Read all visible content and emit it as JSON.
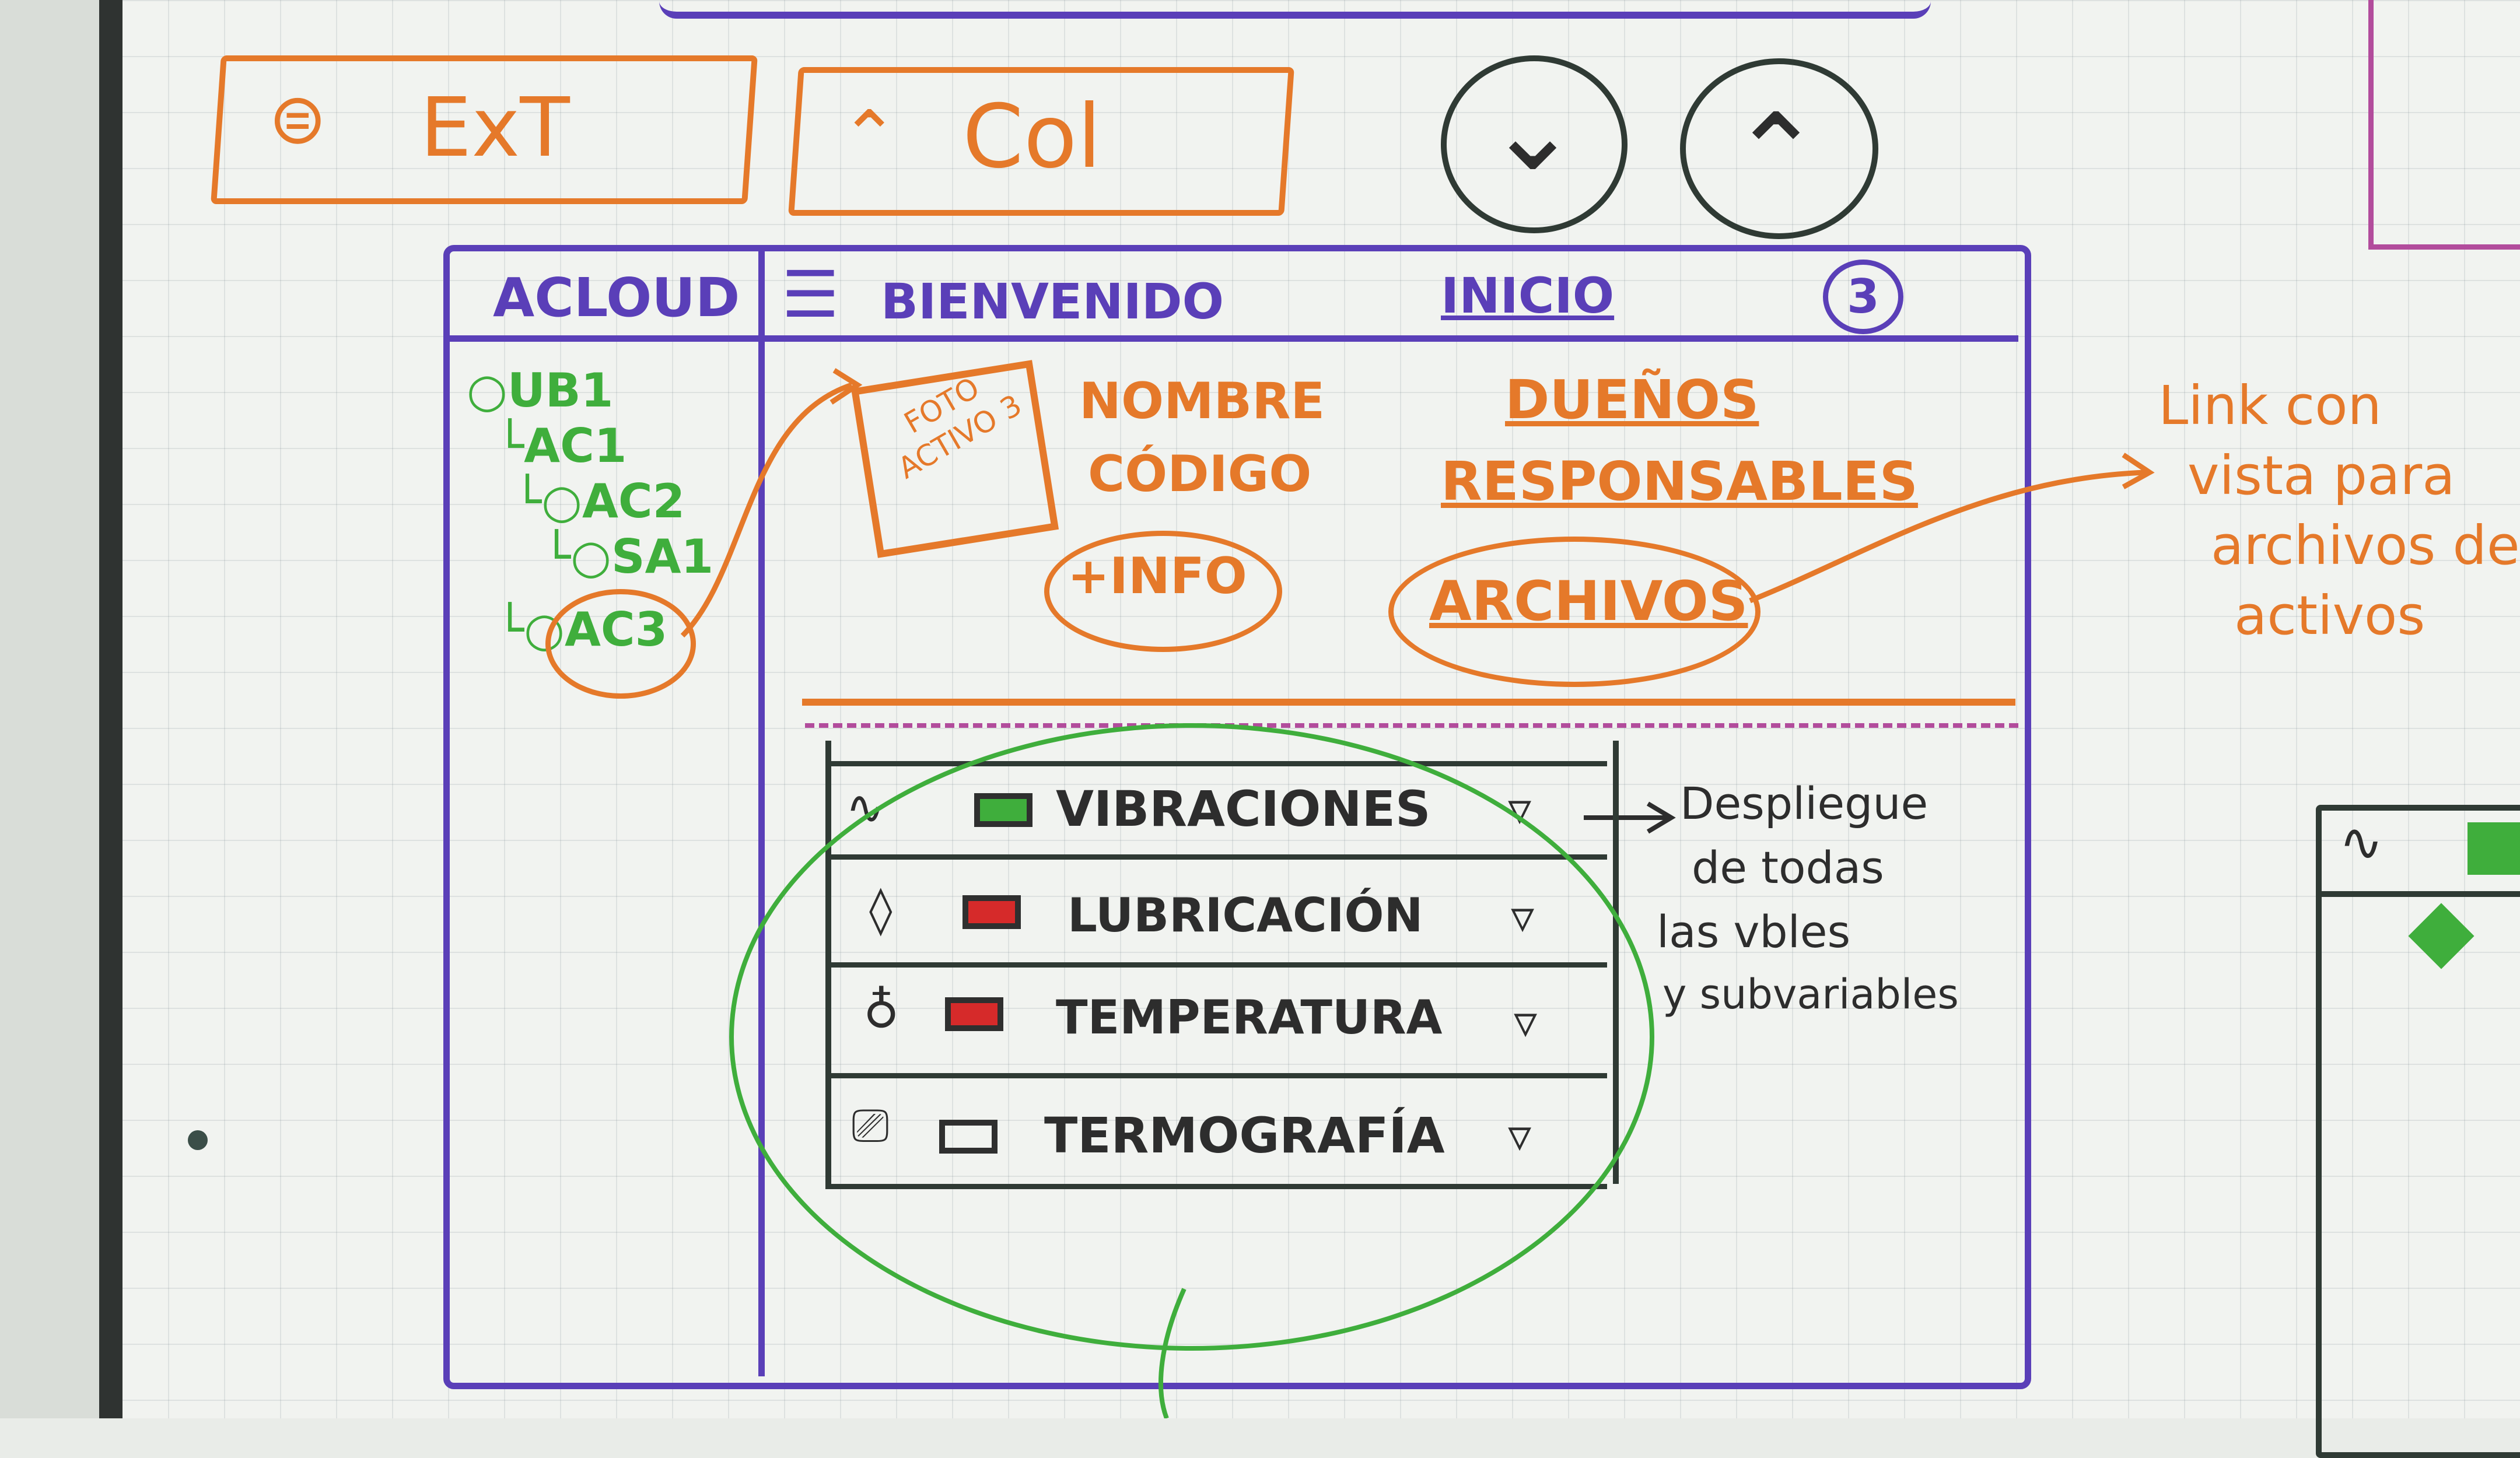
{
  "top_buttons": {
    "ext_label": "ExT",
    "col_label": "Col"
  },
  "window": {
    "sidebar_title": "ACLOUD",
    "header_title": "BIENVENIDO",
    "header_link": "INICIO",
    "header_badge": "3"
  },
  "tree": {
    "items": [
      {
        "label": "UB1"
      },
      {
        "label": "AC1"
      },
      {
        "label": "AC2"
      },
      {
        "label": "SA1"
      },
      {
        "label": "AC3"
      }
    ]
  },
  "asset": {
    "photo_text": "FOTO ACTIVO 3",
    "name_label": "NOMBRE",
    "code_label": "CÓDIGO",
    "info_button": "+INFO",
    "owners_link": "DUEÑOS",
    "responsibles_link": "RESPONSABLES",
    "files_button": "ARCHIVOS"
  },
  "variables": {
    "rows": [
      {
        "label": "VIBRACIONES",
        "status_color": "#3fae3c",
        "icon": "vibration-wave-icon"
      },
      {
        "label": "LUBRICACIÓN",
        "status_color": "#d62a2a",
        "icon": "oil-drop-icon"
      },
      {
        "label": "TEMPERATURA",
        "status_color": "#d62a2a",
        "icon": "thermometer-icon"
      },
      {
        "label": "TERMOGRAFÍA",
        "status_color": "",
        "icon": "camera-icon"
      }
    ]
  },
  "notes": {
    "files_note": [
      "Link con",
      "vista para",
      "archivos de",
      "activos"
    ],
    "expand_note": [
      "Despliegue",
      "de todas",
      "las vbles",
      "y subvariables"
    ]
  },
  "colors": {
    "orange": "#e5792a",
    "purple": "#5a3fb8",
    "green": "#3fae3c",
    "red": "#d62a2a",
    "black": "#2d2d2d",
    "pink": "#b24c9c"
  }
}
